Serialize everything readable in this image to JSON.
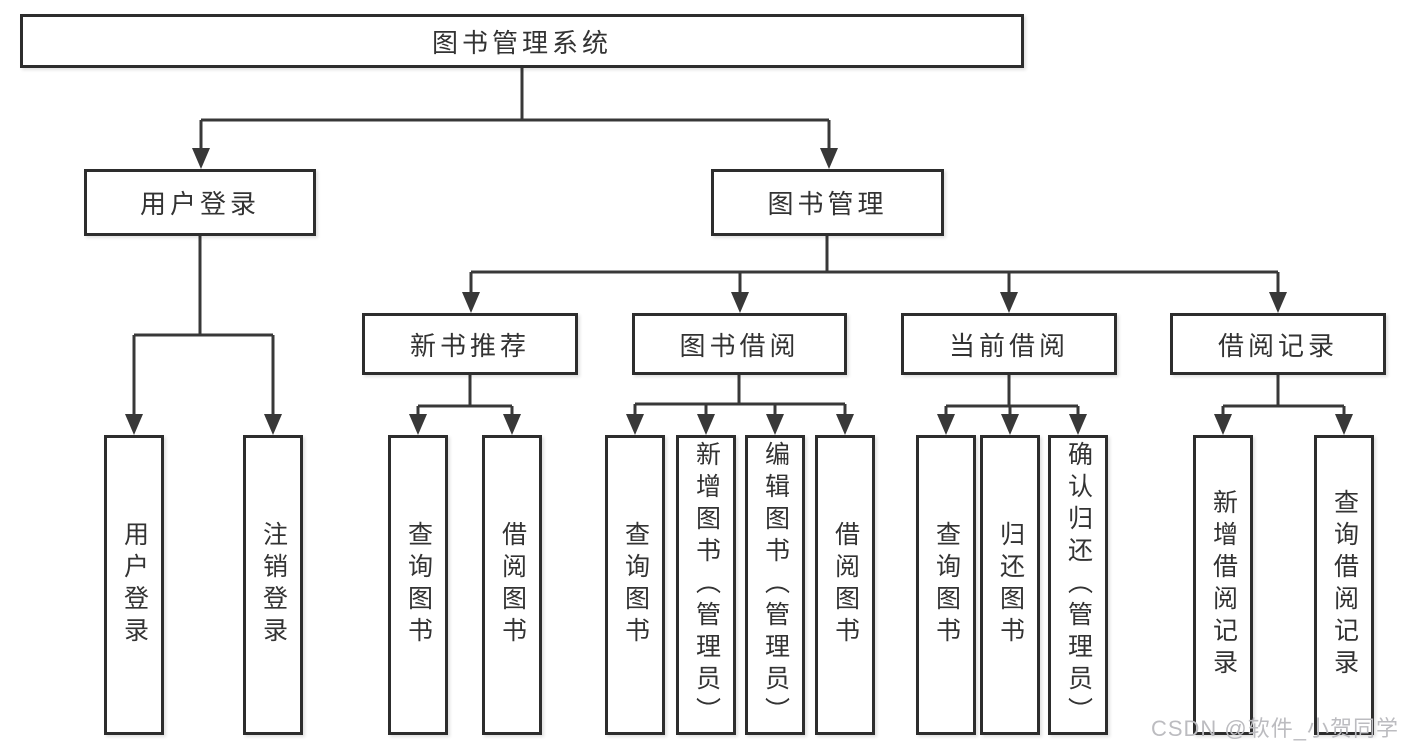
{
  "root": {
    "label": "图书管理系统"
  },
  "user_login": {
    "label": "用户登录",
    "leaves": [
      "用户登录",
      "注销登录"
    ]
  },
  "book_mgmt": {
    "label": "图书管理"
  },
  "new_books": {
    "label": "新书推荐",
    "leaves": [
      "查询图书",
      "借阅图书"
    ]
  },
  "borrowing": {
    "label": "图书借阅",
    "leaves": [
      "查询图书",
      "新增图书（管理员）",
      "编辑图书（管理员）",
      "借阅图书"
    ]
  },
  "current": {
    "label": "当前借阅",
    "leaves": [
      "查询图书",
      "归还图书",
      "确认归还（管理员）"
    ]
  },
  "records": {
    "label": "借阅记录",
    "leaves": [
      "新增借阅记录",
      "查询借阅记录"
    ]
  },
  "watermark": {
    "text": "CSDN @软件_小贺同学"
  },
  "colors": {
    "line": "#383838",
    "border": "#2d2d2d",
    "text": "#333333",
    "watermark": "#bcbcc0"
  }
}
